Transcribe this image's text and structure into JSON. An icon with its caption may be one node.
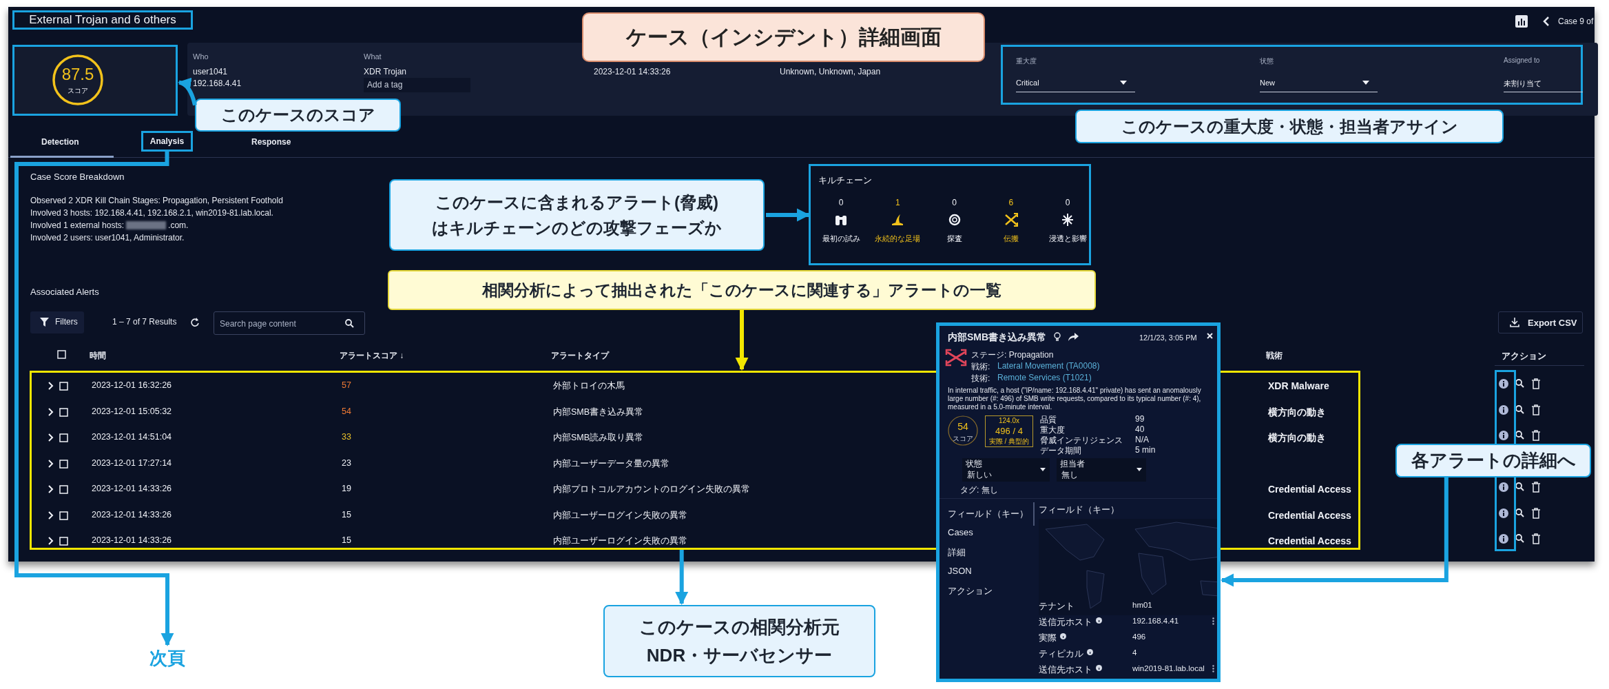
{
  "diagram": {
    "title": "ケース（インシデント）詳細画面",
    "nodes": [
      {
        "text": [
          "External Trojan and 6 others"
        ]
      },
      {
        "text": [
          "87.5",
          "スコア"
        ]
      },
      {
        "text": [
          "このケースのスコア"
        ]
      },
      {
        "text": [
          "重大度",
          "Critical",
          "状態",
          "New",
          "Assigned to",
          "未割り当て"
        ]
      },
      {
        "text": [
          "このケースの重大度・状態・担当者アサイン"
        ]
      },
      {
        "text": [
          "Analysis"
        ]
      },
      {
        "text": [
          "次頁"
        ]
      },
      {
        "text": [
          "キルチェーン",
          "0",
          "最初の試み",
          "1",
          "永続的な足場",
          "0",
          "探査",
          "6",
          "伝搬",
          "0",
          "浸透と影響"
        ]
      },
      {
        "text": [
          "このケースに含まれるアラート(脅威)はキルチェーンのどの攻撃フェーズか"
        ]
      },
      {
        "text": [
          "相関分析によって抽出された「このケースに関連する」アラートの一覧"
        ]
      },
      {
        "text": [
          "2023-12-01 16:32:26",
          "57",
          "外部トロイの木馬",
          "XDR Malware",
          "2023-12-01 15:05:32",
          "54",
          "内部SMB書き込み異常",
          "横方向の動き",
          "2023-12-01 14:51:04",
          "33",
          "内部SMB読み取り異常",
          "横方向の動き",
          "2023-12-01 17:27:14",
          "23",
          "内部ユーザーデータ量の異常",
          "2023-12-01 14:33:26",
          "19",
          "内部プロトコルアカウントのログイン失敗の異常",
          "Credential Access",
          "2023-12-01 14:33:26",
          "15",
          "内部ユーザーログイン失敗の異常",
          "Credential Access",
          "2023-12-01 14:33:26",
          "15",
          "内部ユーザーログイン失敗の異常",
          "Credential Access"
        ]
      },
      {
        "text": [
          "このケースの相関分析元NDR・サーバセンサー"
        ]
      },
      {
        "text": [
          "各アラートの詳細へ"
        ]
      },
      {
        "text": [
          "内部SMB書き込み異常",
          "12/1/23, 3:05 PM",
          "ステージ: Propagation",
          "戦術:",
          "Lateral Movement (TA0008)",
          "技術:",
          "Remote Services (T1021)",
          "In internal traffic, a host (\"IP/name: 192.168.4.41\" private) has sent an anomalously large number (#: 496) of SMB write requests, compared to its typical number (#: 4), measured in a 5.0-minute interval.",
          "54",
          "スコア",
          "124.0x",
          "496 / 4",
          "実際 / 典型的",
          "品質",
          "99",
          "重大度",
          "40",
          "脅威インテリジェンス",
          "N/A",
          "データ期間",
          "5 min",
          "状態",
          "新しい",
          "担当者",
          "無し",
          "タグ: 無し",
          "フィールド（キー）",
          "Cases",
          "詳細",
          "JSON",
          "アクション",
          "フィールド（キー）",
          "テナント",
          "hm01",
          "送信元ホスト",
          "192.168.4.41",
          "実際",
          "496",
          "ティピカル",
          "4",
          "送信先ホスト",
          "win2019-81.lab.local"
        ]
      }
    ],
    "edges": [
      {
        "from": 2,
        "to": 1,
        "arrow": "to"
      },
      {
        "from": 5,
        "to": 6,
        "arrow": "to"
      },
      {
        "from": 8,
        "to": 7,
        "arrow": "to"
      },
      {
        "from": 9,
        "to": 10,
        "arrow": "to",
        "color": "#f2e600"
      },
      {
        "from": 10,
        "to": 11,
        "arrow": "to"
      },
      {
        "from": 12,
        "to": 13,
        "arrow": "to"
      }
    ],
    "labels": [
      "Case 9 of",
      "Who",
      "user1041",
      "192.168.4.41",
      "What",
      "XDR Trojan",
      "Add a tag",
      "2023-12-01 14:33:26",
      "Unknown, Unknown, Japan",
      "Detection",
      "Response",
      "Case Score Breakdown",
      "Observed 2 XDR Kill Chain Stages: Propagation, Persistent Foothold",
      "Involved 3 hosts: 192.168.4.41, 192.168.2.1, win2019-81.lab.local.",
      "Involved 1 external hosts:",
      ".com.",
      "Involved 2 users: user1041, Administrator.",
      "Associated Alerts",
      "Filters",
      "1 – 7 of 7 Results",
      "Search page content",
      "Export CSV",
      "時間",
      "アラートスコア ↓",
      "アラートタイプ",
      "戦術",
      "アクション"
    ]
  }
}
